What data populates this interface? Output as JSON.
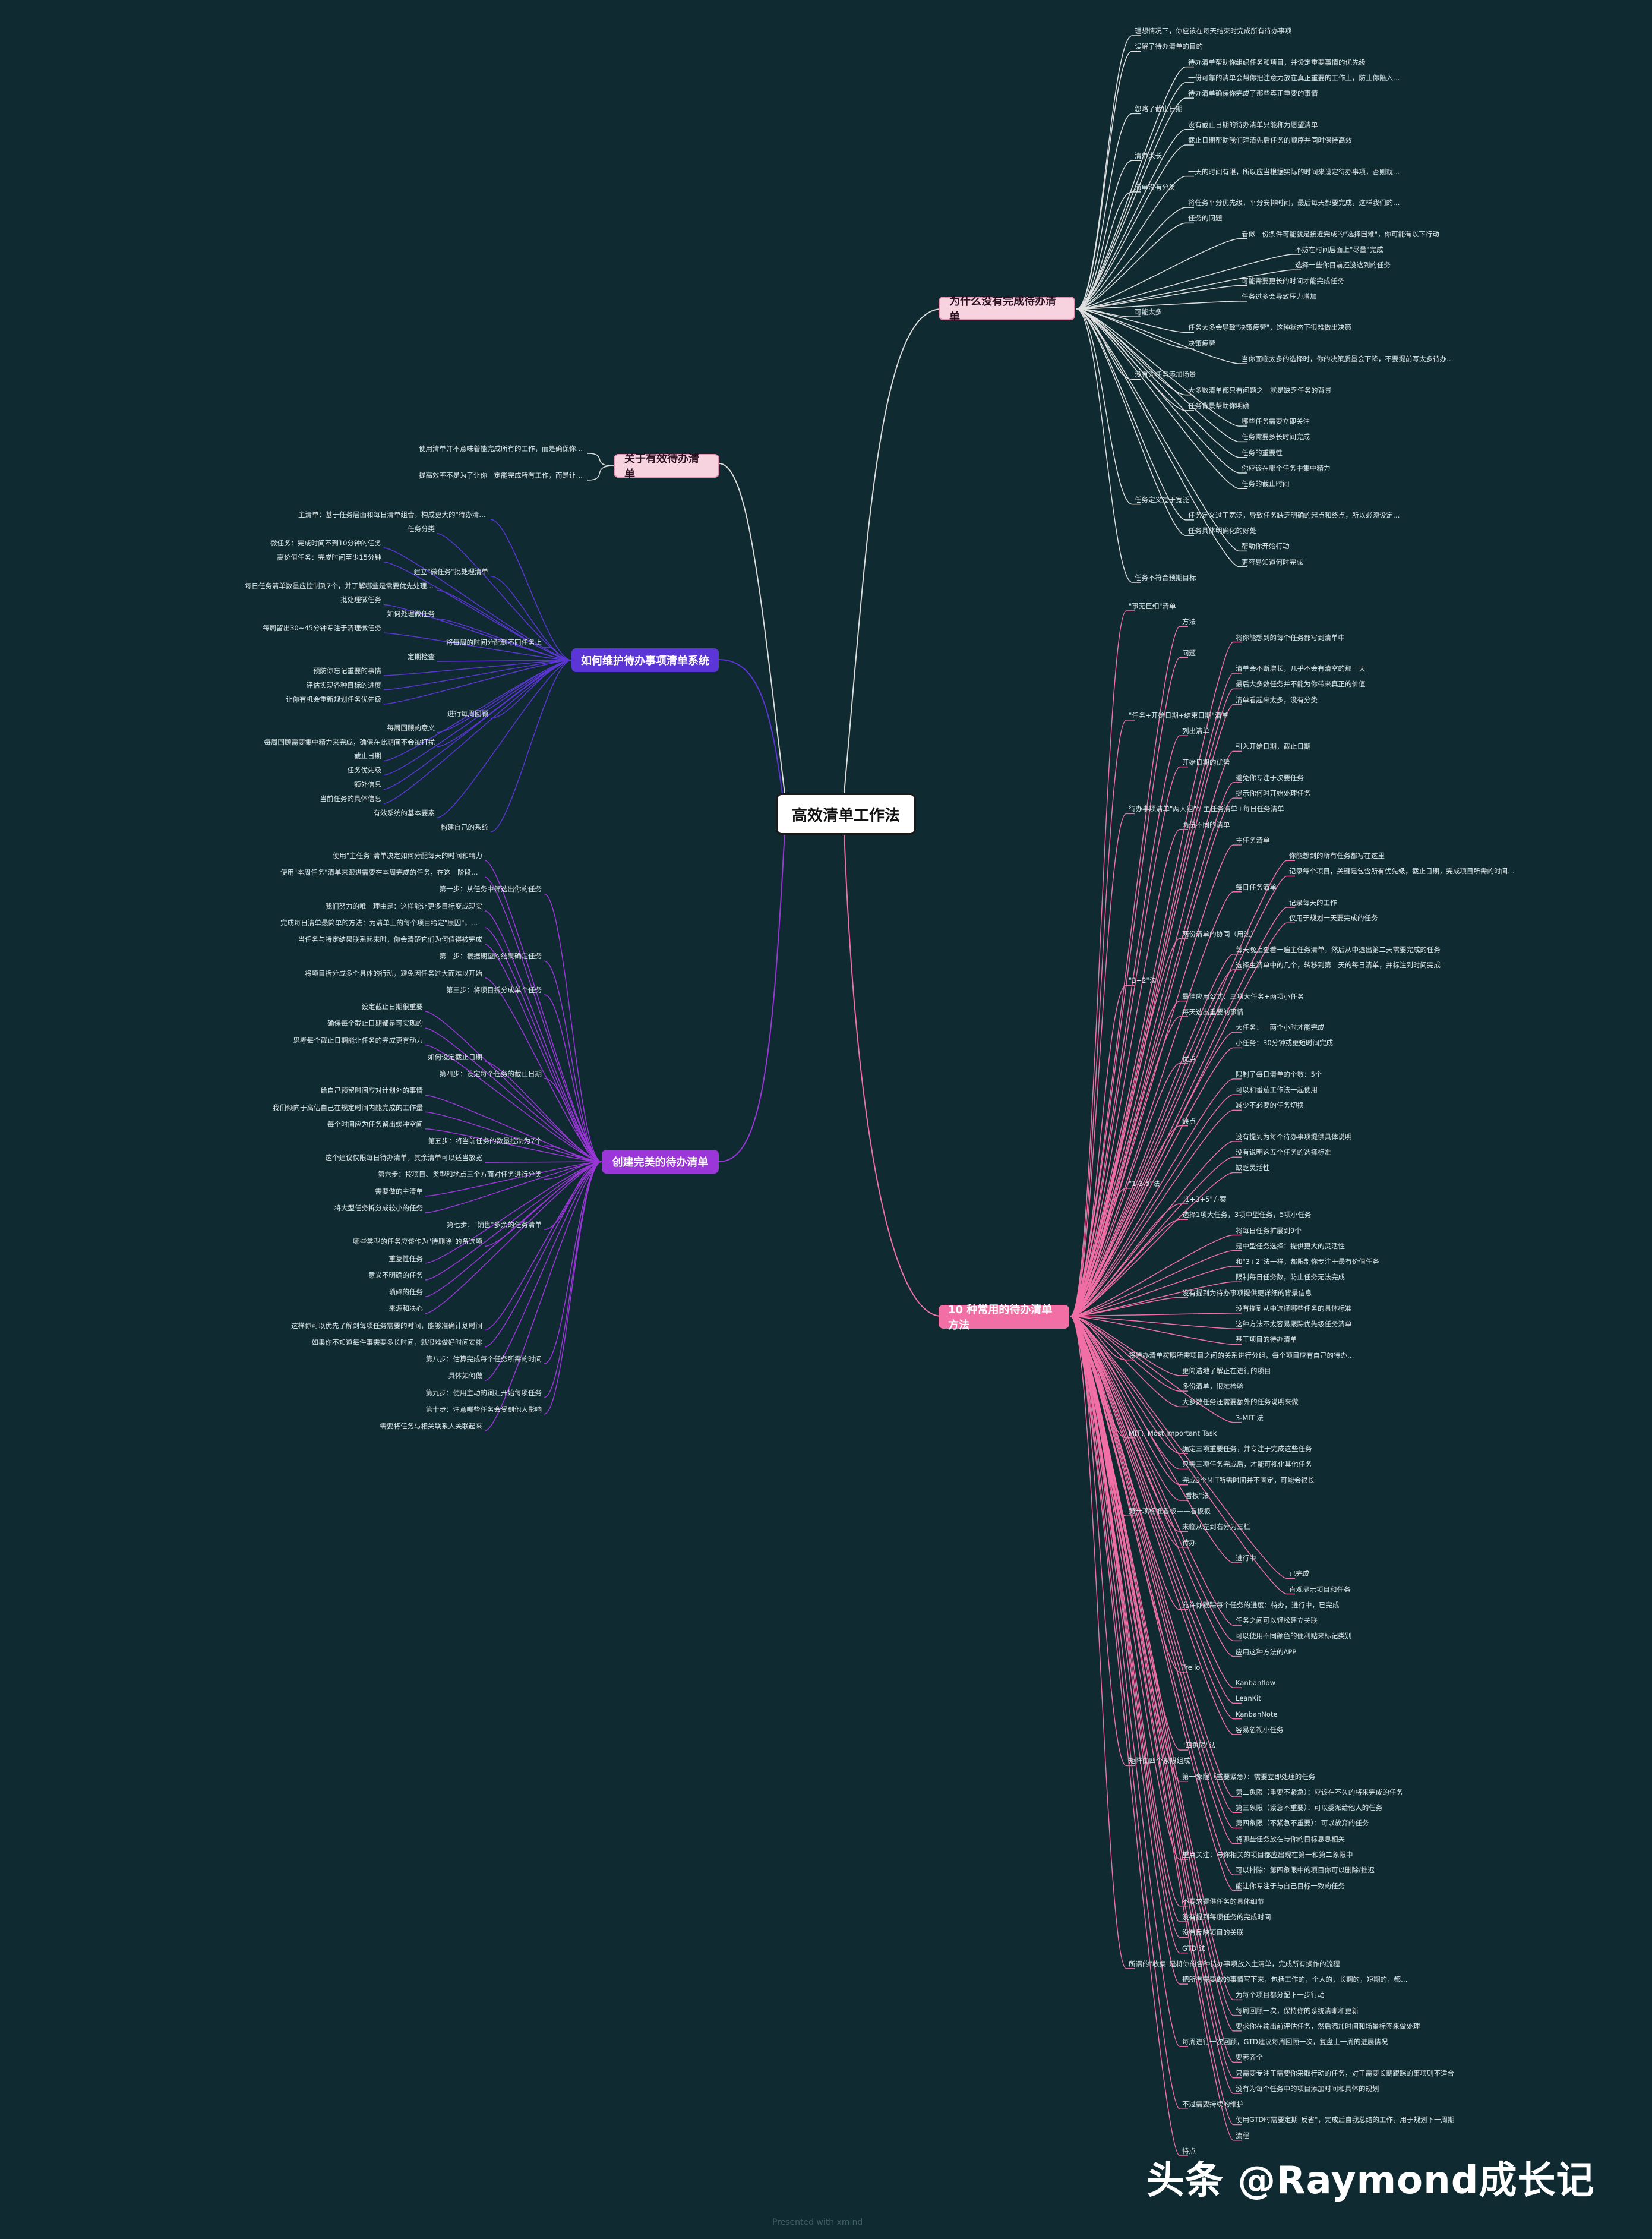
{
  "center": "高效清单工作法",
  "main_topics": {
    "why": "为什么没有完成待办清单",
    "about": "关于有效待办清单",
    "maintain": "如何维护待办事项清单系统",
    "create": "创建完美的待办清单",
    "ten_methods": "10 种常用的待办清单方法"
  },
  "why_branch": [
    "理想情况下，你应该在每天结束时完成所有待办事项",
    "误解了待办清单的目的",
    "待办清单帮助你组织任务和项目，并设定重要事情的优先级",
    "一份可靠的清单会帮你把注意力放在真正重要的工作上，防止你陷入不重要的事情",
    "待办清单确保你完成了那些真正重要的事情",
    "忽略了截止日期",
    "没有截止日期的待办清单只能称为愿望清单",
    "截止日期帮助我们理清先后任务的顺序并同时保持高效",
    "清单太长",
    "一天的时间有限，所以应当根据实际的时间来设定待办事项，否则就可能无法完成",
    "清单没有分类",
    "将任务平分优先级，平分安排时间，最后每天都要完成，这样我们的生产力会更高",
    "任务的问题",
    "看似一份条件可能就是接近完成的\"选择困难\"，你可能有以下行动",
    "不妨在时间层面上\"尽量\"完成",
    "选择一些你目前还没达到的任务",
    "可能需要更长的时间才能完成任务",
    "任务过多会导致压力增加",
    "可能太多",
    "任务太多会导致\"决策疲劳\"，这种状态下很难做出决策",
    "决策疲劳",
    "当你面临太多的选择时，你的决策质量会下降，不要提前写太多待办事项，用尽量少而关键的任务来填写你的清单",
    "没有为任务添加场景",
    "大多数清单都只有问题之一就是缺乏任务的背景",
    "任务背景帮助你明确",
    "哪些任务需要立即关注",
    "任务需要多长时间完成",
    "任务的重要性",
    "你应该在哪个任务中集中精力",
    "任务的截止时间",
    "任务定义过于宽泛",
    "任务定义过于宽泛，导致任务缺乏明确的起点和终点，所以必须设定具体的任务目标",
    "任务具体明确化的好处",
    "帮助你开始行动",
    "更容易知道何时完成",
    "任务不符合预期目标"
  ],
  "about_branch": [
    "使用清单并不意味着能完成所有的工作，而是确保你可以有效地管理时间和精力，专注于最重要的工作上",
    "提高效率不是为了让你一定能完成所有工作，而是让你更加清晰地了解自己的任务"
  ],
  "maintain_branch": [
    "主清单：基于任务层面和每日清单组合，构成更大的\"待办清单系统\"",
    "任务分类",
    "微任务：完成时间不到10分钟的任务",
    "高价值任务：完成时间至少15分钟",
    "建立\"微任务\"批处理清单",
    "每日任务清单数量应控制到7个，并了解哪些是需要优先处理的任务",
    "批处理微任务",
    "如何处理微任务",
    "每周留出30~45分钟专注于清理微任务",
    "将每周的时间分配到不同任务上",
    "定期检查",
    "预防你忘记重要的事情",
    "评估实现各种目标的进度",
    "让你有机会重新规划任务优先级",
    "进行每周回顾",
    "每周回顾的意义",
    "每周回顾需要集中精力来完成，确保在此期间不会被打扰",
    "截止日期",
    "任务优先级",
    "额外信息",
    "当前任务的具体信息",
    "有效系统的基本要素",
    "构建自己的系统"
  ],
  "create_branch": [
    "使用\"主任务\"清单决定如何分配每天的时间和精力",
    "使用\"本周任务\"清单来跟进需要在本周完成的任务，在这一阶段，它可以帮你规划本周任务",
    "第一步：从任务中筛选出你的任务",
    "我们努力的唯一理由是：这样能让更多目标变成现实",
    "完成每日清单最简单的方法：为清单上的每个项目给定\"原因\"，使其能更加明确",
    "当任务与特定结果联系起来时，你会清楚它们为何值得被完成",
    "第二步：根据期望的结果确定任务",
    "将项目拆分成多个具体的行动，避免因任务过大而难以开始",
    "第三步：将项目拆分成单个任务",
    "设定截止日期很重要",
    "确保每个截止日期都是可实现的",
    "思考每个截止日期能让任务的完成更有动力",
    "如何设定截止日期",
    "第四步：设定每个任务的截止日期",
    "给自己预留时间应对计划外的事情",
    "我们倾向于高估自己在规定时间内能完成的工作量",
    "每个时间应为任务留出缓冲空间",
    "第五步：将当前任务的数量控制为7个",
    "这个建议仅限每日待办清单，其余清单可以适当放宽",
    "第六步：按项目、类型和地点三个方面对任务进行分类",
    "需要做的主清单",
    "将大型任务拆分成较小的任务",
    "第七步：\"销售\"多余的任务清单",
    "哪些类型的任务应该作为\"待删除\"的备选项",
    "重复性任务",
    "意义不明确的任务",
    "琐碎的任务",
    "来源和决心",
    "这样你可以优先了解到每项任务需要的时间，能够准确计划时间",
    "如果你不知道每件事需要多长时间，就很难做好时间安排",
    "第八步：估算完成每个任务所需的时间",
    "具体如何做",
    "第九步：使用主动的词汇开始每项任务",
    "第十步：注意哪些任务会受到他人影响",
    "需要将任务与相关联系人关联起来"
  ],
  "methods_branch": [
    "\"事无巨细\"清单",
    "方法",
    "将你能想到的每个任务都写到清单中",
    "问题",
    "清单会不断增长，几乎不会有清空的那一天",
    "最后大多数任务并不能为你带来真正的价值",
    "清单看起来太多，没有分类",
    "\"任务+开始日期+结束日期\"清单",
    "列出清单",
    "引入开始日期，截止日期",
    "开始日期的优势",
    "避免你专注于次要任务",
    "提示你何时开始处理任务",
    "待办事项清单\"两人组\"：主任务清单+每日任务清单",
    "两份不同的清单",
    "主任务清单",
    "你能想到的所有任务都写在这里",
    "记录每个项目，关键是包含所有优先级，截止日期，完成项目所需的时间以及与之关联的项目",
    "每日任务清单",
    "记录每天的工作",
    "仅用于规划一天要完成的任务",
    "两份清单的协同（用法）",
    "每天晚上查看一遍主任务清单，然后从中选出第二天需要完成的任务",
    "选择主清单中的几个，转移到第二天的每日清单，并标注到时间完成",
    "\"3+2\"法",
    "最佳应用公式：三项大任务+两项小任务",
    "每天选出重要的事情",
    "大任务：一两个小时才能完成",
    "小任务：30分钟或更短时间完成",
    "优点",
    "限制了每日清单的个数：5个",
    "可以和番茄工作法一起使用",
    "减少不必要的任务切换",
    "缺点",
    "没有提到为每个待办事项提供具体说明",
    "没有说明这五个任务的选择标准",
    "缺乏灵活性",
    "\"1-3-5\"法",
    "\"1+3+5\"方案",
    "选择1项大任务，3项中型任务，5项小任务",
    "将每日任务扩展到9个",
    "是中型任务选择：提供更大的灵活性",
    "和\"3+2\"法一样，都限制你专注于最有价值任务",
    "限制每日任务数，防止任务无法完成",
    "没有提到为待办事项提供更详细的背景信息",
    "没有提到从中选择哪些任务的具体标准",
    "这种方法不太容易跟踪优先级任务清单",
    "基于项目的待办清单",
    "将待办清单按照所需项目之间的关系进行分组，每个项目应有自己的待办清单",
    "更简洁地了解正在进行的项目",
    "多份清单，很难检验",
    "大多数任务还需要额外的任务说明来做",
    "3-MIT 法",
    "MIT：Most Important Task",
    "确定三项重要任务，并专注于完成这些任务",
    "只需三项任务完成后，才能可视化其他任务",
    "完成3个MIT所需时间并不固定，可能会很长",
    "\"看板\"法",
    "第一项标准看板——看板板",
    "来临从左到右分为三栏",
    "待办",
    "进行中",
    "已完成",
    "直观显示项目和任务",
    "允许你跟踪每个任务的进度：待办，进行中，已完成",
    "任务之间可以轻松建立关联",
    "可以使用不同颜色的便利贴来标记类别",
    "应用这种方法的APP",
    "Trello",
    "Kanbanflow",
    "LeanKit",
    "KanbanNote",
    "容易忽视小任务",
    "\"四象限\"法",
    "矩阵由四个象限组成",
    "第一象限（重要紧急）：需要立即处理的任务",
    "第二象限（重要不紧急）：应该在不久的将来完成的任务",
    "第三象限（紧急不重要）：可以委派给他人的任务",
    "第四象限（不紧急不重要）：可以放弃的任务",
    "将哪些任务放在与你的目标息息相关",
    "重点关注：与你相关的项目都应出现在第一和第二象限中",
    "可以排除：第四象限中的项目你可以删除/推迟",
    "能让你专注于与自己目标一致的任务",
    "不要求提供任务的具体细节",
    "没有提到每项任务的完成时间",
    "没有反映项目的关联",
    "GTD 法",
    "所谓的\"收集\"是将你的各种待办事项放入主清单，完成所有操作的流程",
    "把所有需要做的事情写下来，包括工作的，个人的，长期的，短期的，都整理到清单里",
    "为每个项目都分配下一步行动",
    "每周回顾一次，保持你的系统清晰和更新",
    "要求你在输出前评估任务，然后添加时间和场景标签来做处理",
    "每周进行一次回顾，GTD建议每周回顾一次，复盘上一周的进展情况",
    "要素齐全",
    "只需要专注于需要你采取行动的任务，对于需要长期跟踪的事项则不适合",
    "没有为每个任务中的项目添加时间和具体的规划",
    "不过需要持续的维护",
    "使用GTD时需要定期\"反省\"，完成后自我总结的工作，用于规划下一周期",
    "流程",
    "特点"
  ],
  "watermark": "头条 @Raymond成长记",
  "footer": "Presented with xmind",
  "colors": {
    "background": "#0f2a30",
    "branch_white": "#e8e8e8",
    "branch_violet": "#5b35d5",
    "branch_purple": "#9b36d9",
    "branch_pink": "#f26fa6"
  }
}
